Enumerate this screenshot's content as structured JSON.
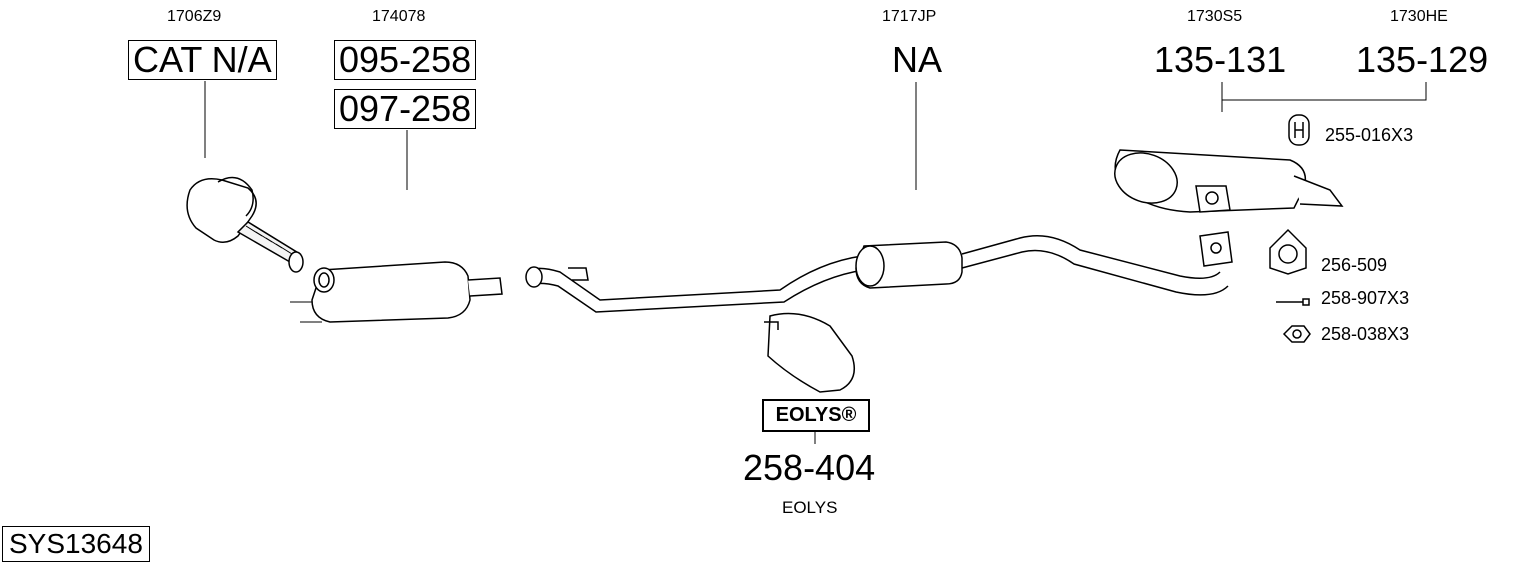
{
  "refs": {
    "catalyst": "1706Z9",
    "dpf": "174078",
    "middle": "1717JP",
    "rear_a": "1730S5",
    "rear_b": "1730HE"
  },
  "part_numbers": {
    "catalyst": "CAT N/A",
    "dpf_1": "095-258",
    "dpf_2": "097-258",
    "middle": "NA",
    "rear_a": "135-131",
    "rear_b": "135-129",
    "eolys_tank": "258-404"
  },
  "accessories": {
    "rubber_hanger": "255-016X3",
    "gasket": "256-509",
    "bolt": "258-907X3",
    "nut": "258-038X3"
  },
  "eolys": {
    "badge": "EOLYS®",
    "caption": "EOLYS"
  },
  "system_id": "SYS13648"
}
